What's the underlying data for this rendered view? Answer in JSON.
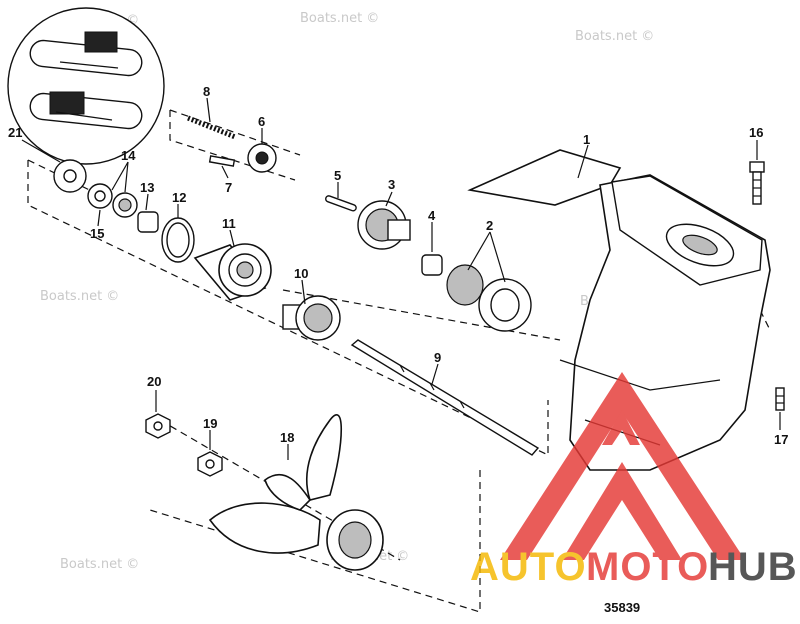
{
  "diagram": {
    "callouts": [
      {
        "id": "c1",
        "label": "1"
      },
      {
        "id": "c2",
        "label": "2"
      },
      {
        "id": "c3",
        "label": "3"
      },
      {
        "id": "c4",
        "label": "4"
      },
      {
        "id": "c5",
        "label": "5"
      },
      {
        "id": "c6",
        "label": "6"
      },
      {
        "id": "c7",
        "label": "7"
      },
      {
        "id": "c8",
        "label": "8"
      },
      {
        "id": "c9",
        "label": "9"
      },
      {
        "id": "c10",
        "label": "10"
      },
      {
        "id": "c11",
        "label": "11"
      },
      {
        "id": "c12",
        "label": "12"
      },
      {
        "id": "c13",
        "label": "13"
      },
      {
        "id": "c14",
        "label": "14"
      },
      {
        "id": "c15",
        "label": "15"
      },
      {
        "id": "c16",
        "label": "16"
      },
      {
        "id": "c17",
        "label": "17"
      },
      {
        "id": "c18",
        "label": "18"
      },
      {
        "id": "c19",
        "label": "19"
      },
      {
        "id": "c20",
        "label": "20"
      },
      {
        "id": "c21",
        "label": "21"
      }
    ],
    "figure_number": "35839",
    "watermark": "Boats.net ©"
  },
  "branding": {
    "logo_word_1": "AUTO",
    "logo_word_2": "MOTO",
    "logo_word_3": "HUB",
    "accent_color": "#e53935",
    "secondary_color": "#f5b800",
    "text_dark": "#222222"
  }
}
